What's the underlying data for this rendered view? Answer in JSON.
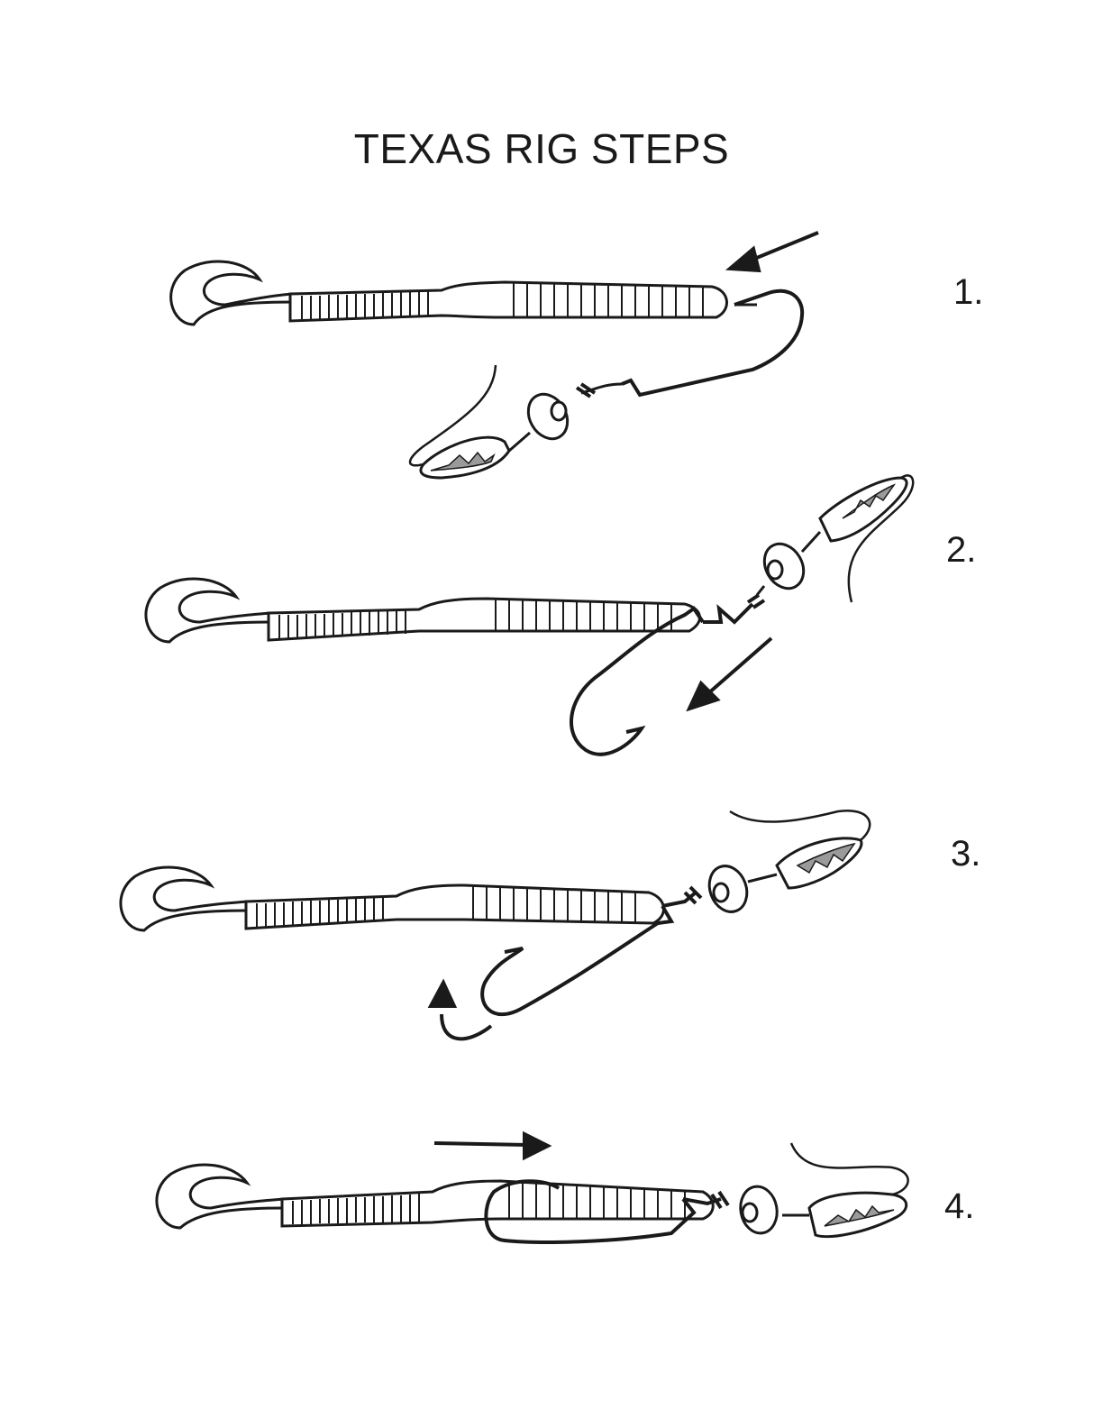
{
  "title": "TEXAS RIG STEPS",
  "steps": [
    {
      "number": "1."
    },
    {
      "number": "2."
    },
    {
      "number": "3."
    },
    {
      "number": "4."
    }
  ],
  "colors": {
    "ink": "#1a1a1a",
    "weight_shade": "#9a9a9a",
    "paper": "#ffffff"
  }
}
